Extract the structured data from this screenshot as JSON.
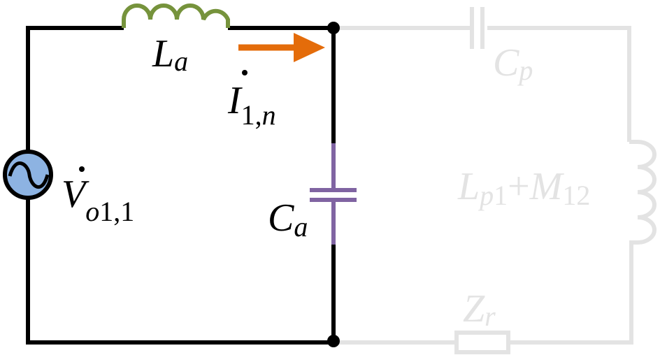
{
  "colors": {
    "wire": "#000000",
    "faded": "#e3e3e3",
    "inductor": "#76933c",
    "capacitor": "#8064a2",
    "arrow": "#e46c0a",
    "source_fill": "#8db3e2"
  },
  "labels": {
    "La": {
      "main": "L",
      "sub": "a"
    },
    "I": {
      "main": "I",
      "sub": "1,",
      "sub2": "n"
    },
    "V": {
      "main": "V",
      "sub": "o",
      "sub2": "1,1"
    },
    "Ca": {
      "main": "C",
      "sub": "a"
    },
    "Cp": {
      "main": "C",
      "sub": "p"
    },
    "Lp": {
      "main": "L",
      "sub": "p",
      "sub2": "1",
      "plus": "+",
      "main2": "M",
      "sub3": "12"
    },
    "Zr": {
      "main": "Z",
      "sub": "r"
    }
  }
}
